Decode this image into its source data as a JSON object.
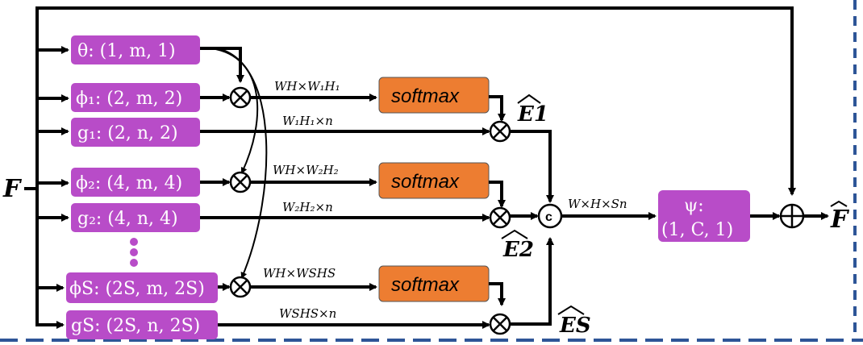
{
  "diagram": {
    "input_label": "F",
    "output_label": "F",
    "theta_box": "θ: (1, m, 1)",
    "phi_boxes": [
      "ϕ₁: (2, m, 2)",
      "ϕ₂: (4, m, 4)",
      "ϕS: (2S, m, 2S)"
    ],
    "g_boxes": [
      "g₁: (2, n, 2)",
      "g₂: (4, n, 4)",
      "gS: (2S, n, 2S)"
    ],
    "softmax_label": "softmax",
    "psi_line1": "ψ:",
    "psi_line2": "(1, C, 1)",
    "concat_label": "c",
    "edge_labels": {
      "wh1": "WH×W₁H₁",
      "w1n": "W₁H₁×n",
      "wh2": "WH×W₂H₂",
      "w2n": "W₂H₂×n",
      "whs": "WH×WSHS",
      "wsn": "WSHS×n",
      "whsn": "W×H×Sn"
    },
    "e_labels": [
      "E1",
      "E2",
      "ES"
    ],
    "colors": {
      "purple": "#B84CC8",
      "orange": "#ED7D31",
      "dashed_border": "#2E5597"
    }
  }
}
